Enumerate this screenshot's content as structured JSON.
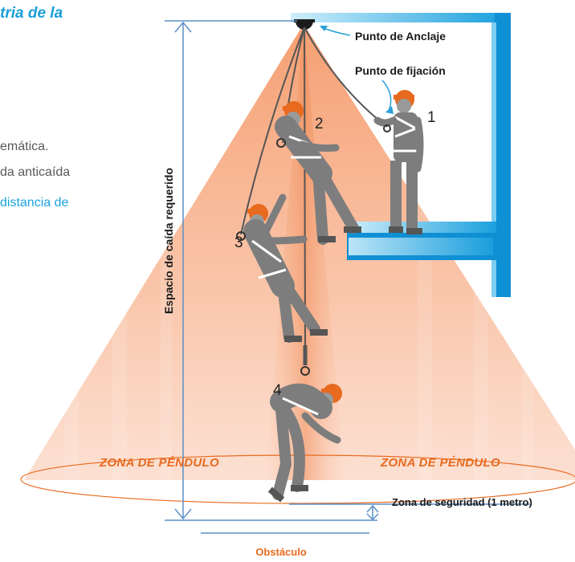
{
  "heading": "tria de la",
  "body_lines": [
    "emática.",
    "da anticaída"
  ],
  "link_text": "distancia de",
  "labels": {
    "anchor_point": "Punto de Anclaje",
    "fixing_point": "Punto de fijación",
    "required_space": "Espacio de caída requerido",
    "pendulum_left": "ZONA DE PÉNDULO",
    "pendulum_right": "ZONA DE PÉNDULO",
    "safety_zone": "Zona de seguridad (1 metro)",
    "obstacle": "Obstáculo"
  },
  "worker_numbers": [
    "1",
    "2",
    "3",
    "4"
  ],
  "colors": {
    "cone": "#f6a77c",
    "accent_blue": "#2a9fd8",
    "orange": "#e86a1f",
    "wall_blue": "#0f8fd4",
    "worker_gray": "#7d7d7d"
  }
}
